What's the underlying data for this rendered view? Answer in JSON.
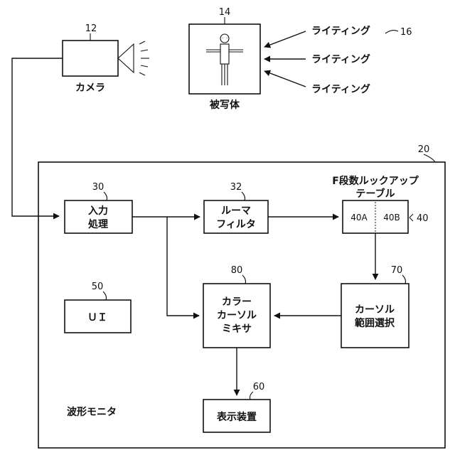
{
  "camera": {
    "ref": "12",
    "label": "カメラ"
  },
  "subject": {
    "ref": "14",
    "label": "被写体"
  },
  "lighting": {
    "ref": "16",
    "labels": [
      "ライティング",
      "ライティング",
      "ライティング"
    ]
  },
  "monitor": {
    "ref": "20",
    "label": "波形モニタ"
  },
  "input_block": {
    "ref": "30",
    "line1": "入力",
    "line2": "処理"
  },
  "luma_filter": {
    "ref": "32",
    "line1": "ルーマ",
    "line2": "フィルタ"
  },
  "lut": {
    "title1": "F段数ルックアップ",
    "title2": "テーブル",
    "left": "40A",
    "right": "40B",
    "ref": "40"
  },
  "ui_block": {
    "ref": "50",
    "label": "ＵＩ"
  },
  "display": {
    "ref": "60",
    "label": "表示装置"
  },
  "cursor_range": {
    "ref": "70",
    "line1": "カーソル",
    "line2": "範囲選択"
  },
  "cursor_mixer": {
    "ref": "80",
    "line1": "カラー",
    "line2": "カーソル",
    "line3": "ミキサ"
  }
}
